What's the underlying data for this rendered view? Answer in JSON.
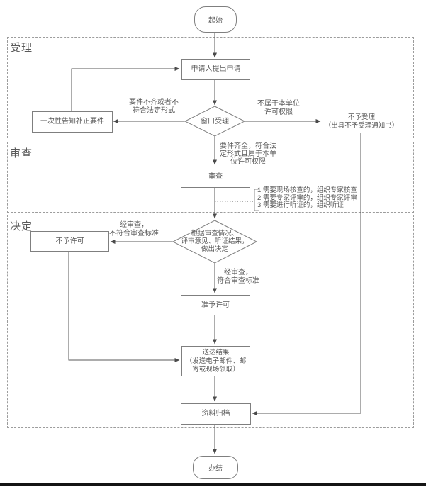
{
  "start": {
    "label": "起始"
  },
  "end": {
    "label": "办结"
  },
  "regions": {
    "accept": {
      "title": "受理"
    },
    "review": {
      "title": "审查"
    },
    "decide": {
      "title": "决定"
    }
  },
  "accept": {
    "apply": "申请人提出申请",
    "window": "窗口受理",
    "notify": "一次性告知补正要件",
    "reject": {
      "line1": "不予受理",
      "line2": "（出具不予受理通知书）"
    },
    "edge_incomplete": {
      "line1": "要件不齐或者不",
      "line2": "符合法定形式"
    },
    "edge_no_authority": {
      "line1": "不属于本单位",
      "line2": "许可权限"
    }
  },
  "review": {
    "box": "审查",
    "edge_complete": {
      "line1": "要件齐全，符合法",
      "line2": "定形式且属于本单",
      "line3": "位许可权限"
    },
    "notes": [
      "1.需要现场核查的，组织专家核查",
      "2.需要专家评审的，组织专家评审",
      "3.需要进行听证的，组织听证"
    ]
  },
  "decide": {
    "diamond": {
      "line1": "根据审查情况、",
      "line2": "评审意见、听证结果，",
      "line3": "做出决定"
    },
    "deny": "不予许可",
    "grant": "准予许可",
    "deliver": {
      "line1": "送达结果",
      "line2": "（发送电子邮件、邮",
      "line3": "寄或现场领取）"
    },
    "archive": "资料归档",
    "edge_fail": {
      "line1": "经审查，",
      "line2": "不符合审查标准"
    },
    "edge_pass": {
      "line1": "经审查，",
      "line2": "符合审查标准"
    }
  },
  "colors": {
    "line": "#595959",
    "box_border": "#7f7f7f",
    "region_border": "#9c9c9c",
    "text": "#595959",
    "bottom_bar": "#141414"
  }
}
